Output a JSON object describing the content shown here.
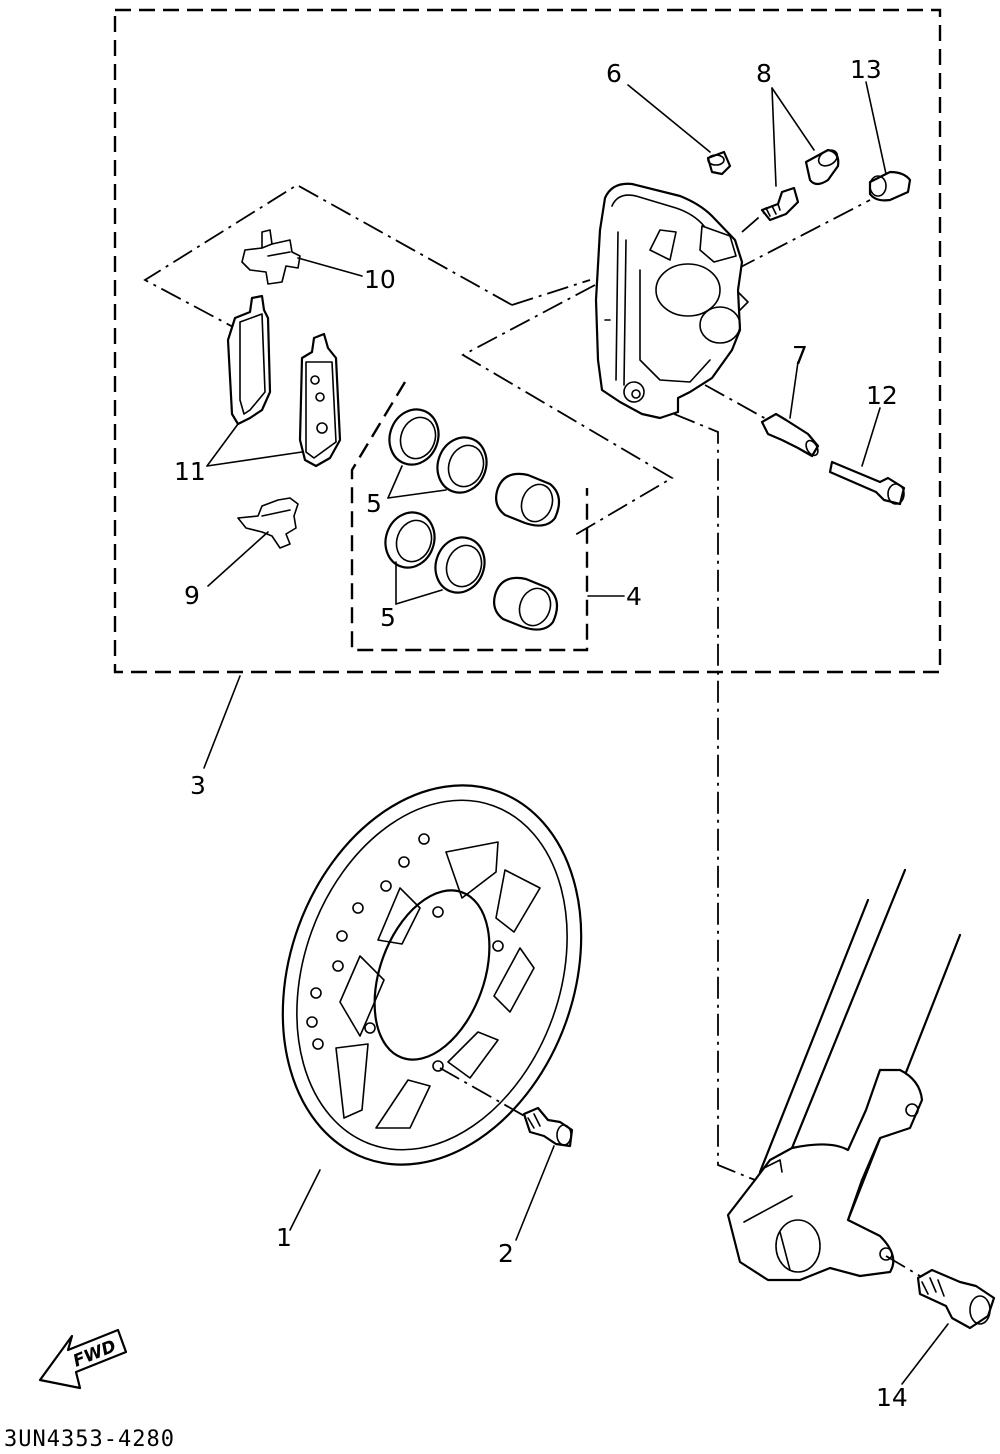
{
  "diagram": {
    "reference_code": "3UN4353-4280",
    "direction_label": "FWD",
    "callouts": {
      "p1": "1",
      "p2": "2",
      "p3": "3",
      "p4": "4",
      "p5a": "5",
      "p5b": "5",
      "p6": "6",
      "p7": "7",
      "p8": "8",
      "p9": "9",
      "p10": "10",
      "p11": "11",
      "p12": "12",
      "p13": "13",
      "p14": "14"
    }
  }
}
